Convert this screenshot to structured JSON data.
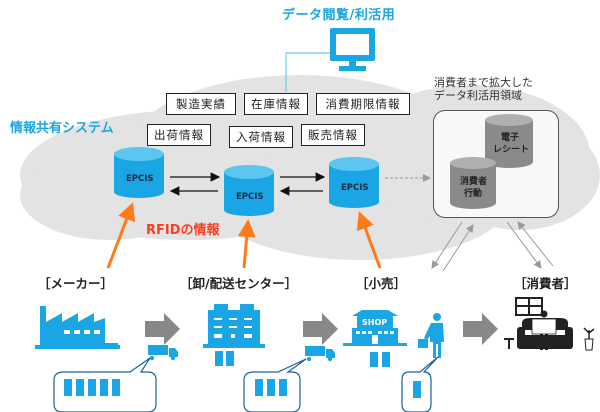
{
  "header": {
    "data_view_label": "データ閲覧/利活用"
  },
  "system": {
    "label": "情報共有システム",
    "info_boxes": [
      "製造実績",
      "在庫情報",
      "消費期限情報",
      "出荷情報",
      "入荷情報",
      "販売情報"
    ],
    "databases": [
      "EPCIS",
      "EPCIS",
      "EPCIS"
    ]
  },
  "consumer_area": {
    "label_line1": "消費者まで拡大した",
    "label_line2": "データ利活用領域",
    "databases": [
      {
        "line1": "電子",
        "line2": "レシート"
      },
      {
        "line1": "消費者",
        "line2": "行動"
      }
    ]
  },
  "rfid_label": "RFIDの情報",
  "stages": [
    {
      "label": "［メーカー］",
      "icon": "factory-icon",
      "product_count_in_bubble": 5
    },
    {
      "label": "［卸/配送センター］",
      "icon": "warehouse-icon",
      "product_count_in_bubble": 3
    },
    {
      "label": "［小売］",
      "icon": "shop-icon",
      "shop_sign": "SHOP",
      "product_count_in_bubble": 1
    },
    {
      "label": "［消費者］",
      "icon": "consumer-sofa-icon"
    }
  ],
  "colors": {
    "accent_blue": "#1aa6e4",
    "rfid_orange": "#ff7a1a",
    "rfid_text_red": "#ff3c1e",
    "cloud_gray": "#e3e3e3",
    "arrow_gray": "#888888",
    "db_gray": "#8a8a8a"
  }
}
